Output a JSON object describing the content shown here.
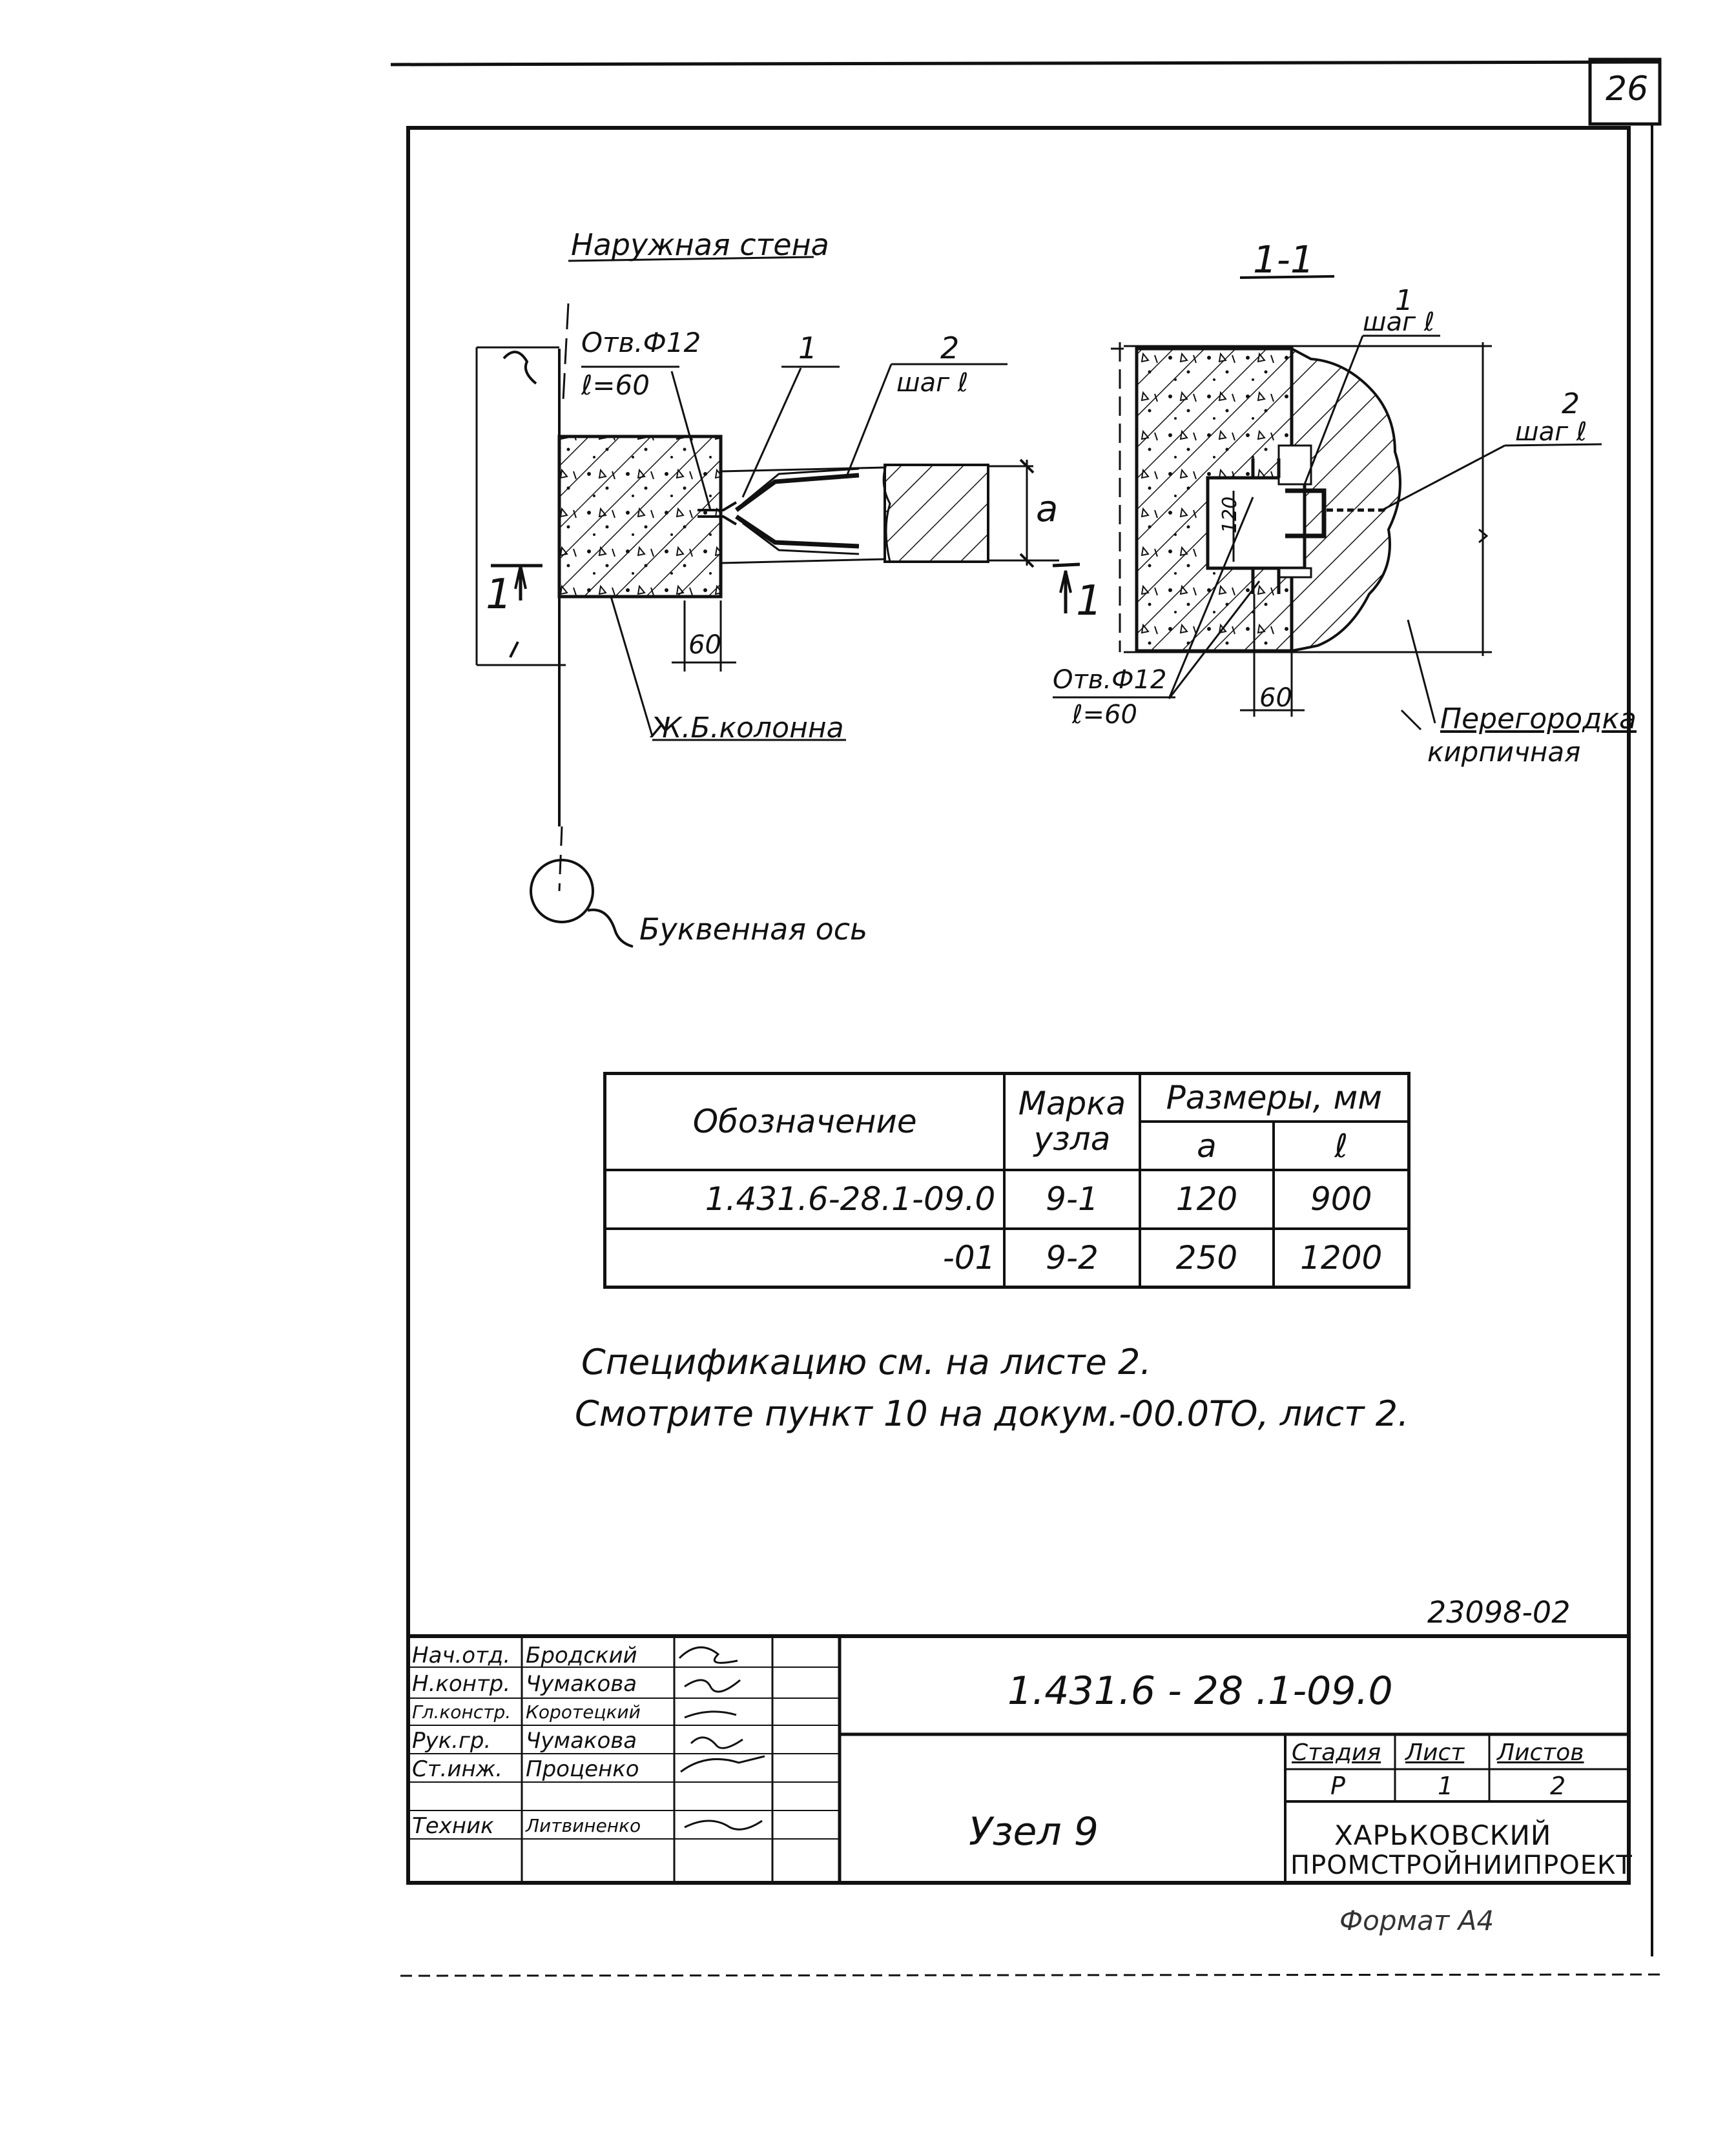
{
  "sheet_number": "26",
  "drawing": {
    "outer_wall_label": "Наружная стена",
    "section_title": "1-1",
    "hole_label_1": "Отв.Ф12",
    "hole_len_1": "ℓ=60",
    "hole_label_2": "Отв.Ф12",
    "hole_len_2": "ℓ=60",
    "pos1_label": "1",
    "pos2_label": "2",
    "pos2_step": "шаг ℓ",
    "sec_pos1_label": "1",
    "sec_pos1_step": "шаг ℓ",
    "sec_pos2_label": "2",
    "sec_pos2_step": "шаг ℓ",
    "dim_a": "a",
    "dim_60_left": "60",
    "dim_60_right": "60",
    "dim_120": "120",
    "section_mark_left": "1",
    "section_mark_right": "1",
    "column_label": "Ж.Б.колонна",
    "partition_label_1": "Перегородка",
    "partition_label_2": "кирпичная",
    "axis_label": "Буквенная ось"
  },
  "table": {
    "col_designation": "Обозначение",
    "col_mark_1": "Марка",
    "col_mark_2": "узла",
    "col_sizes": "Размеры, мм",
    "col_a": "a",
    "col_b": "ℓ",
    "rows": [
      {
        "designation": "1.431.6-28.1-09.0",
        "mark": "9-1",
        "a": "120",
        "b": "900"
      },
      {
        "designation": "-01",
        "mark": "9-2",
        "a": "250",
        "b": "1200"
      }
    ]
  },
  "notes": {
    "line1": "Спецификацию см. на листе 2.",
    "line2": "Смотрите пункт 10 на докум.-00.0ТО, лист 2."
  },
  "archive_number": "23098-02",
  "title_block": {
    "doc_code": "1.431.6 - 28 .1-09.0",
    "node_title": "Узел 9",
    "stage_header": "Стадия",
    "sheet_header": "Лист",
    "sheets_header": "Листов",
    "stage": "Р",
    "sheet": "1",
    "sheets": "2",
    "org_line1": "ХАРЬКОВСКИЙ",
    "org_line2": "ПРОМСТРОЙНИИПРОЕКТ",
    "roles": [
      {
        "role": "Нач.отд.",
        "name": "Бродский"
      },
      {
        "role": "Н.контр.",
        "name": "Чумакова"
      },
      {
        "role": "Гл.констр.",
        "name": "Коротецкий"
      },
      {
        "role": "Рук.гр.",
        "name": "Чумакова"
      },
      {
        "role": "Ст.инж.",
        "name": "Проценко"
      },
      {
        "role": "Техник",
        "name": "Литвиненко"
      }
    ]
  },
  "format_label": "Формат А4"
}
